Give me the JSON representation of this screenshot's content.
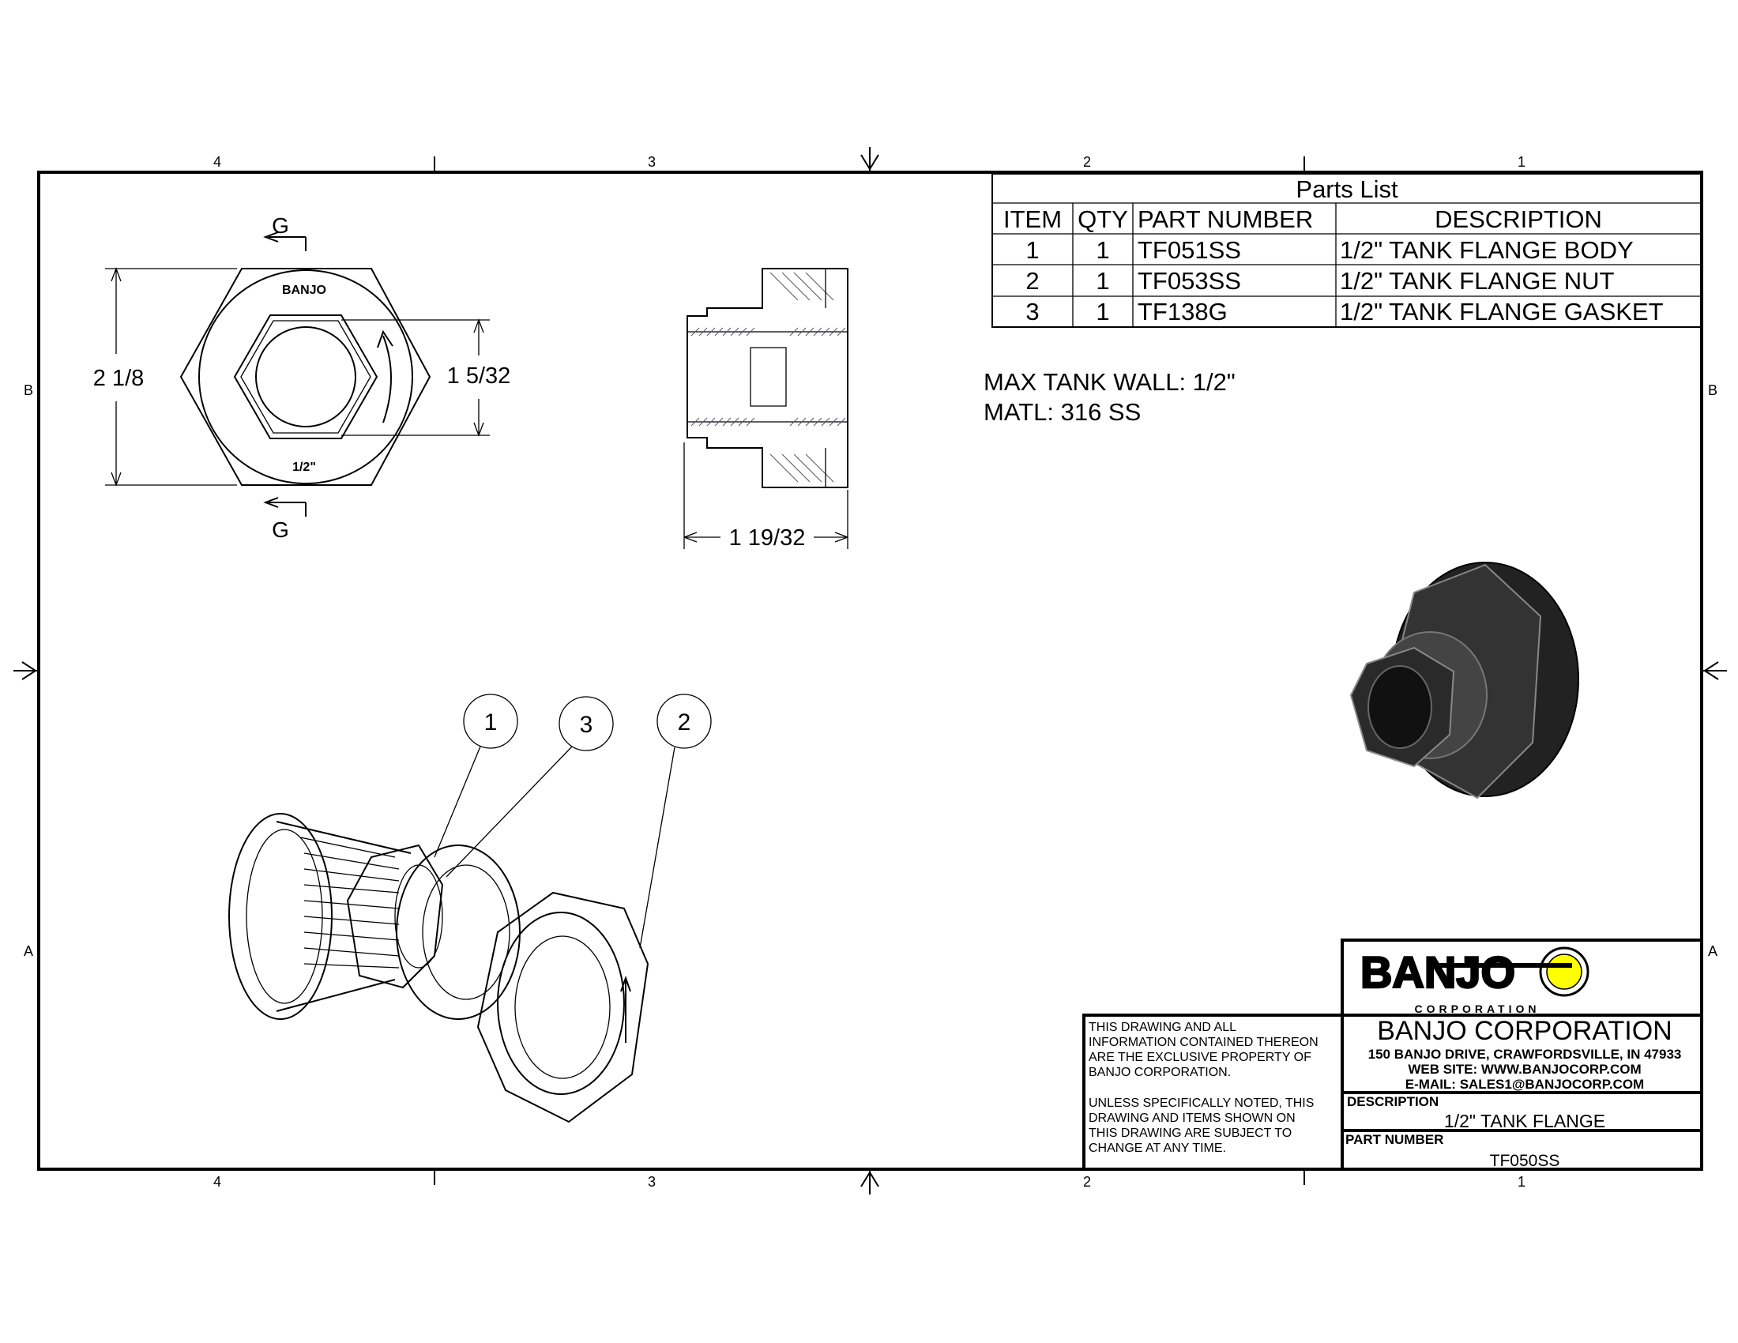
{
  "zones": {
    "columns": [
      "4",
      "3",
      "2",
      "1"
    ],
    "rows": [
      "B",
      "A"
    ]
  },
  "parts_list": {
    "title": "Parts List",
    "headers": [
      "ITEM",
      "QTY",
      "PART NUMBER",
      "DESCRIPTION"
    ],
    "rows": [
      [
        "1",
        "1",
        "TF051SS",
        "1/2\" TANK FLANGE BODY"
      ],
      [
        "2",
        "1",
        "TF053SS",
        "1/2\" TANK FLANGE NUT"
      ],
      [
        "3",
        "1",
        "TF138G",
        "1/2\" TANK FLANGE GASKET"
      ]
    ]
  },
  "notes": {
    "max_wall": "MAX TANK WALL: 1/2\"",
    "material": "MATL: 316 SS"
  },
  "front_view": {
    "section_label": "G",
    "dim_overall": "2 1/8",
    "dim_inner": "1 5/32",
    "face_brand": "BANJO",
    "face_size": "1/2\""
  },
  "section_view": {
    "dim_length": "1 19/32"
  },
  "balloons": [
    "1",
    "3",
    "2"
  ],
  "title_block": {
    "logo_text": "BANJO",
    "logo_sub": "CORPORATION",
    "logo_colors": {
      "yellow": "#ffff00",
      "black": "#000000"
    },
    "disclaimer_1": [
      "THIS DRAWING AND ALL",
      "INFORMATION CONTAINED THEREON",
      "ARE THE EXCLUSIVE PROPERTY OF",
      "BANJO CORPORATION."
    ],
    "disclaimer_2": [
      "UNLESS SPECIFICALLY NOTED, THIS",
      "DRAWING AND ITEMS SHOWN ON",
      "THIS DRAWING ARE SUBJECT TO",
      "CHANGE AT ANY TIME."
    ],
    "company": "BANJO CORPORATION",
    "address": "150 BANJO DRIVE, CRAWFORDSVILLE, IN 47933",
    "website": "WEB SITE: WWW.BANJOCORP.COM",
    "email": "E-MAIL: SALES1@BANJOCORP.COM",
    "description_label": "DESCRIPTION",
    "description": "1/2\" TANK FLANGE",
    "part_number_label": "PART NUMBER",
    "part_number": "TF050SS"
  }
}
